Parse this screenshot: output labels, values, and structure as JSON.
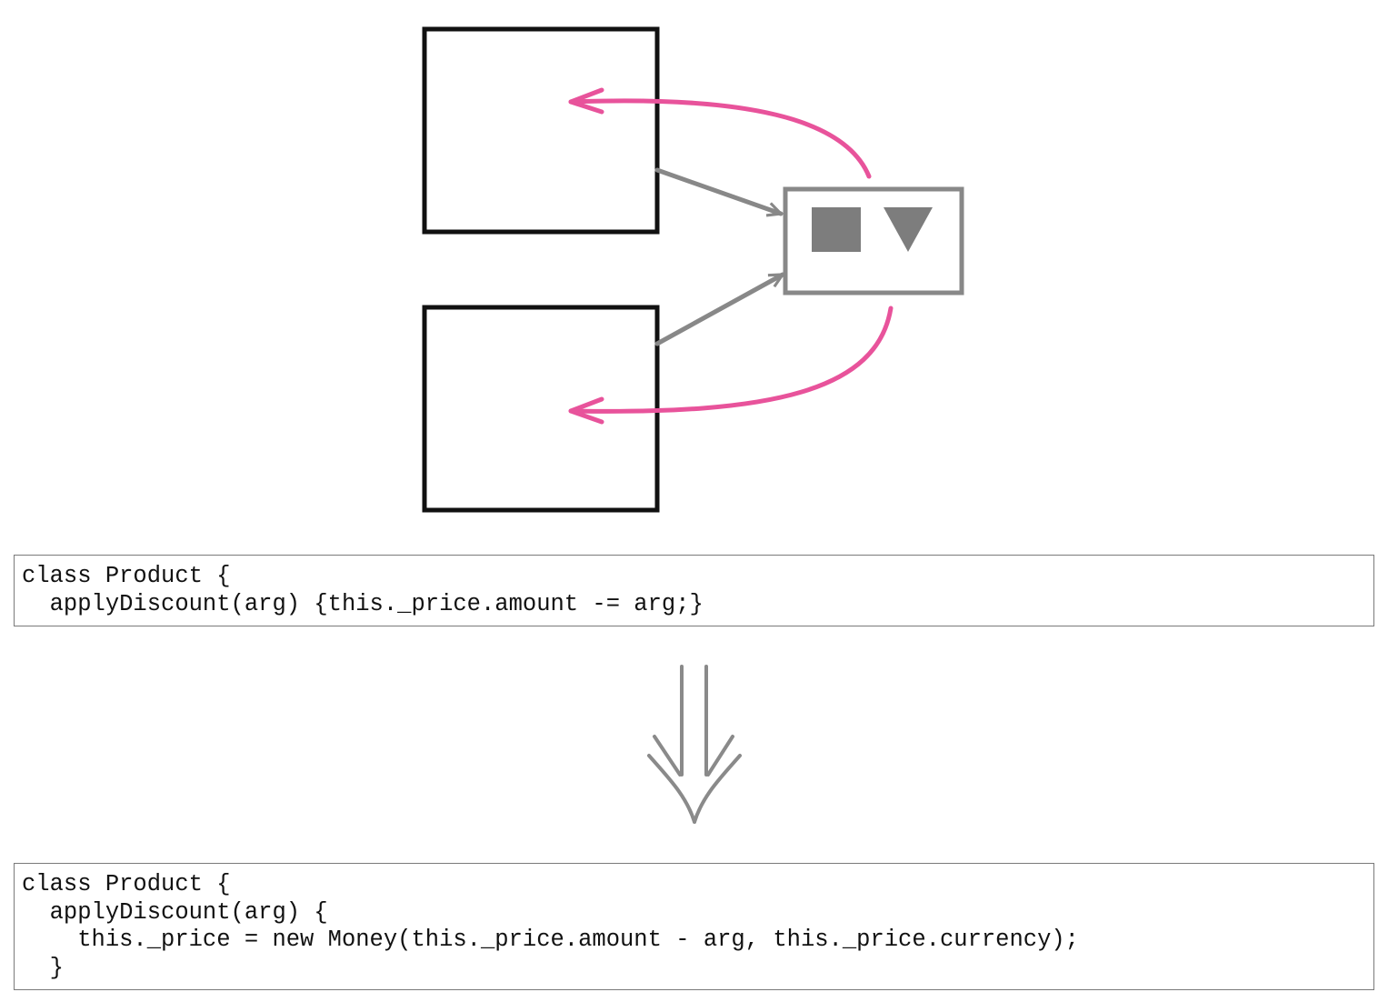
{
  "colors": {
    "box_stroke": "#111111",
    "reference_stroke": "#888888",
    "value_fill": "#7d7d7d",
    "change_arrow": "#e8539b",
    "code_border": "#7a7a7a"
  },
  "icons": {
    "value_object_square": "square-icon",
    "value_object_triangle": "down-triangle-icon",
    "transform": "double-down-arrow-icon"
  },
  "code_before": [
    "class Product {",
    "  applyDiscount(arg) {this._price.amount -= arg;}"
  ],
  "code_after": [
    "class Product {",
    "  applyDiscount(arg) {",
    "    this._price = new Money(this._price.amount - arg, this._price.currency);",
    "  }"
  ]
}
